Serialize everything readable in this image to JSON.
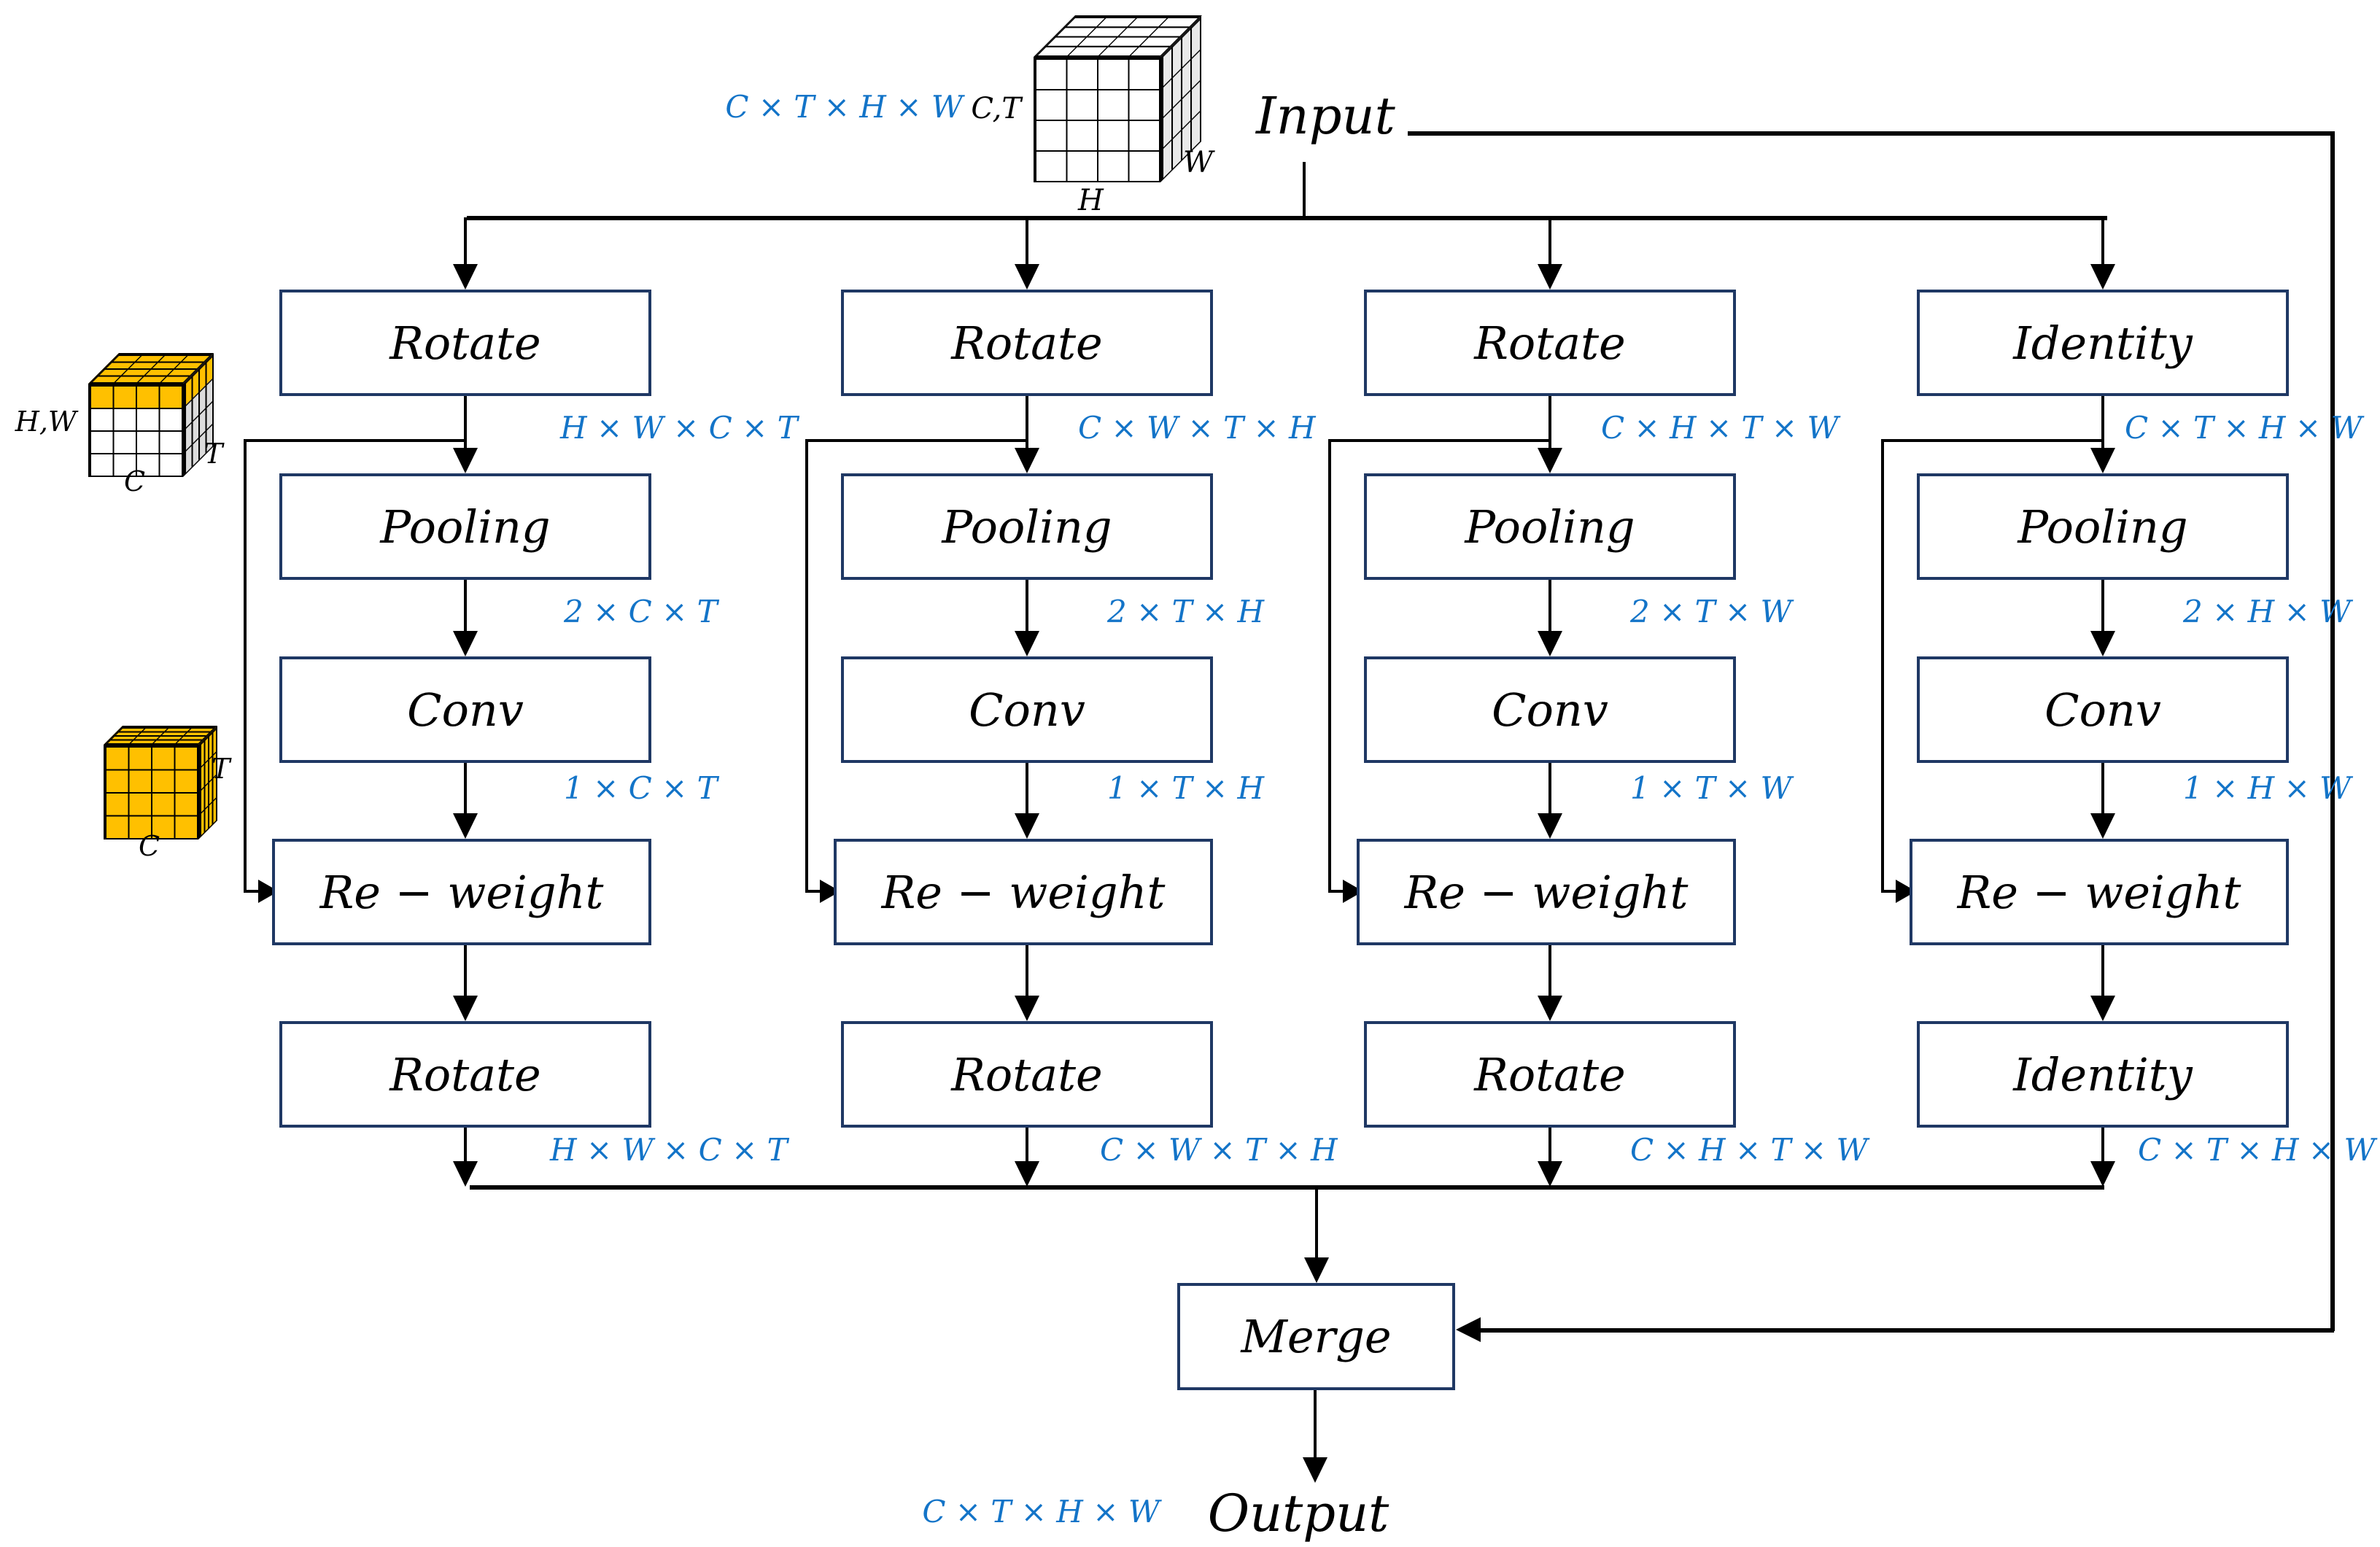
{
  "colors": {
    "accent_blue": "#1374C8",
    "box_border": "#1F3864",
    "cube_yellow": "#FFC000",
    "cube_gray": "#E9E9E9"
  },
  "input": {
    "label": "Input",
    "dim": "C × T × H × W",
    "cube_left": "C,T",
    "cube_bottom": "H",
    "cube_right": "W"
  },
  "output": {
    "label": "Output",
    "dim": "C × T × H × W"
  },
  "merge_label": "Merge",
  "cube_hw": {
    "left": "H,W",
    "right": "T",
    "bottom": "C"
  },
  "cube_ct": {
    "right": "T",
    "bottom": "C"
  },
  "branches": [
    {
      "op_in": "Rotate",
      "dim_in": "H × W × C × T",
      "pooling": "Pooling",
      "dim_pool": "2 × C × T",
      "conv": "Conv",
      "dim_conv": "1 × C × T",
      "reweight": "Re − weight",
      "op_out": "Rotate",
      "dim_out": "H × W × C × T"
    },
    {
      "op_in": "Rotate",
      "dim_in": "C × W × T × H",
      "pooling": "Pooling",
      "dim_pool": "2 × T × H",
      "conv": "Conv",
      "dim_conv": "1 × T × H",
      "reweight": "Re − weight",
      "op_out": "Rotate",
      "dim_out": "C × W × T × H"
    },
    {
      "op_in": "Rotate",
      "dim_in": "C × H × T × W",
      "pooling": "Pooling",
      "dim_pool": "2 × T × W",
      "conv": "Conv",
      "dim_conv": "1 × T × W",
      "reweight": "Re − weight",
      "op_out": "Rotate",
      "dim_out": "C × H × T × W"
    },
    {
      "op_in": "Identity",
      "dim_in": "C × T × H × W",
      "pooling": "Pooling",
      "dim_pool": "2 × H × W",
      "conv": "Conv",
      "dim_conv": "1 × H × W",
      "reweight": "Re − weight",
      "op_out": "Identity",
      "dim_out": "C × T × H × W"
    }
  ]
}
